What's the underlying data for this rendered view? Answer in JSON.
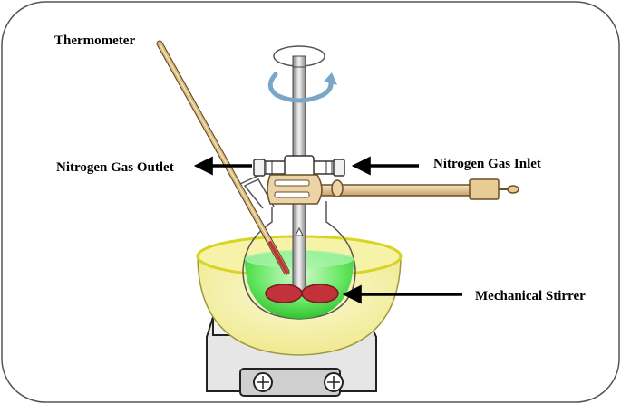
{
  "labels": {
    "thermometer": "Thermometer",
    "gas_outlet": "Nitrogen Gas Outlet",
    "gas_inlet": "Nitrogen Gas Inlet",
    "stirrer": "Mechanical Stirrer"
  },
  "colors": {
    "frame_border": "#555555",
    "bath_fill": "#f3f1a6",
    "bath_rim": "#ecea3a",
    "flask_liquid": "#3fe23f",
    "stirrer_blade": "#c2323a",
    "thermometer_body": "#d8b878",
    "clamp_body": "#ebd4a8",
    "hotplate_gray": "#d9d9d9"
  },
  "icons": [
    "rotation-arrow-icon",
    "left-arrow-icon",
    "right-arrow-icon"
  ]
}
